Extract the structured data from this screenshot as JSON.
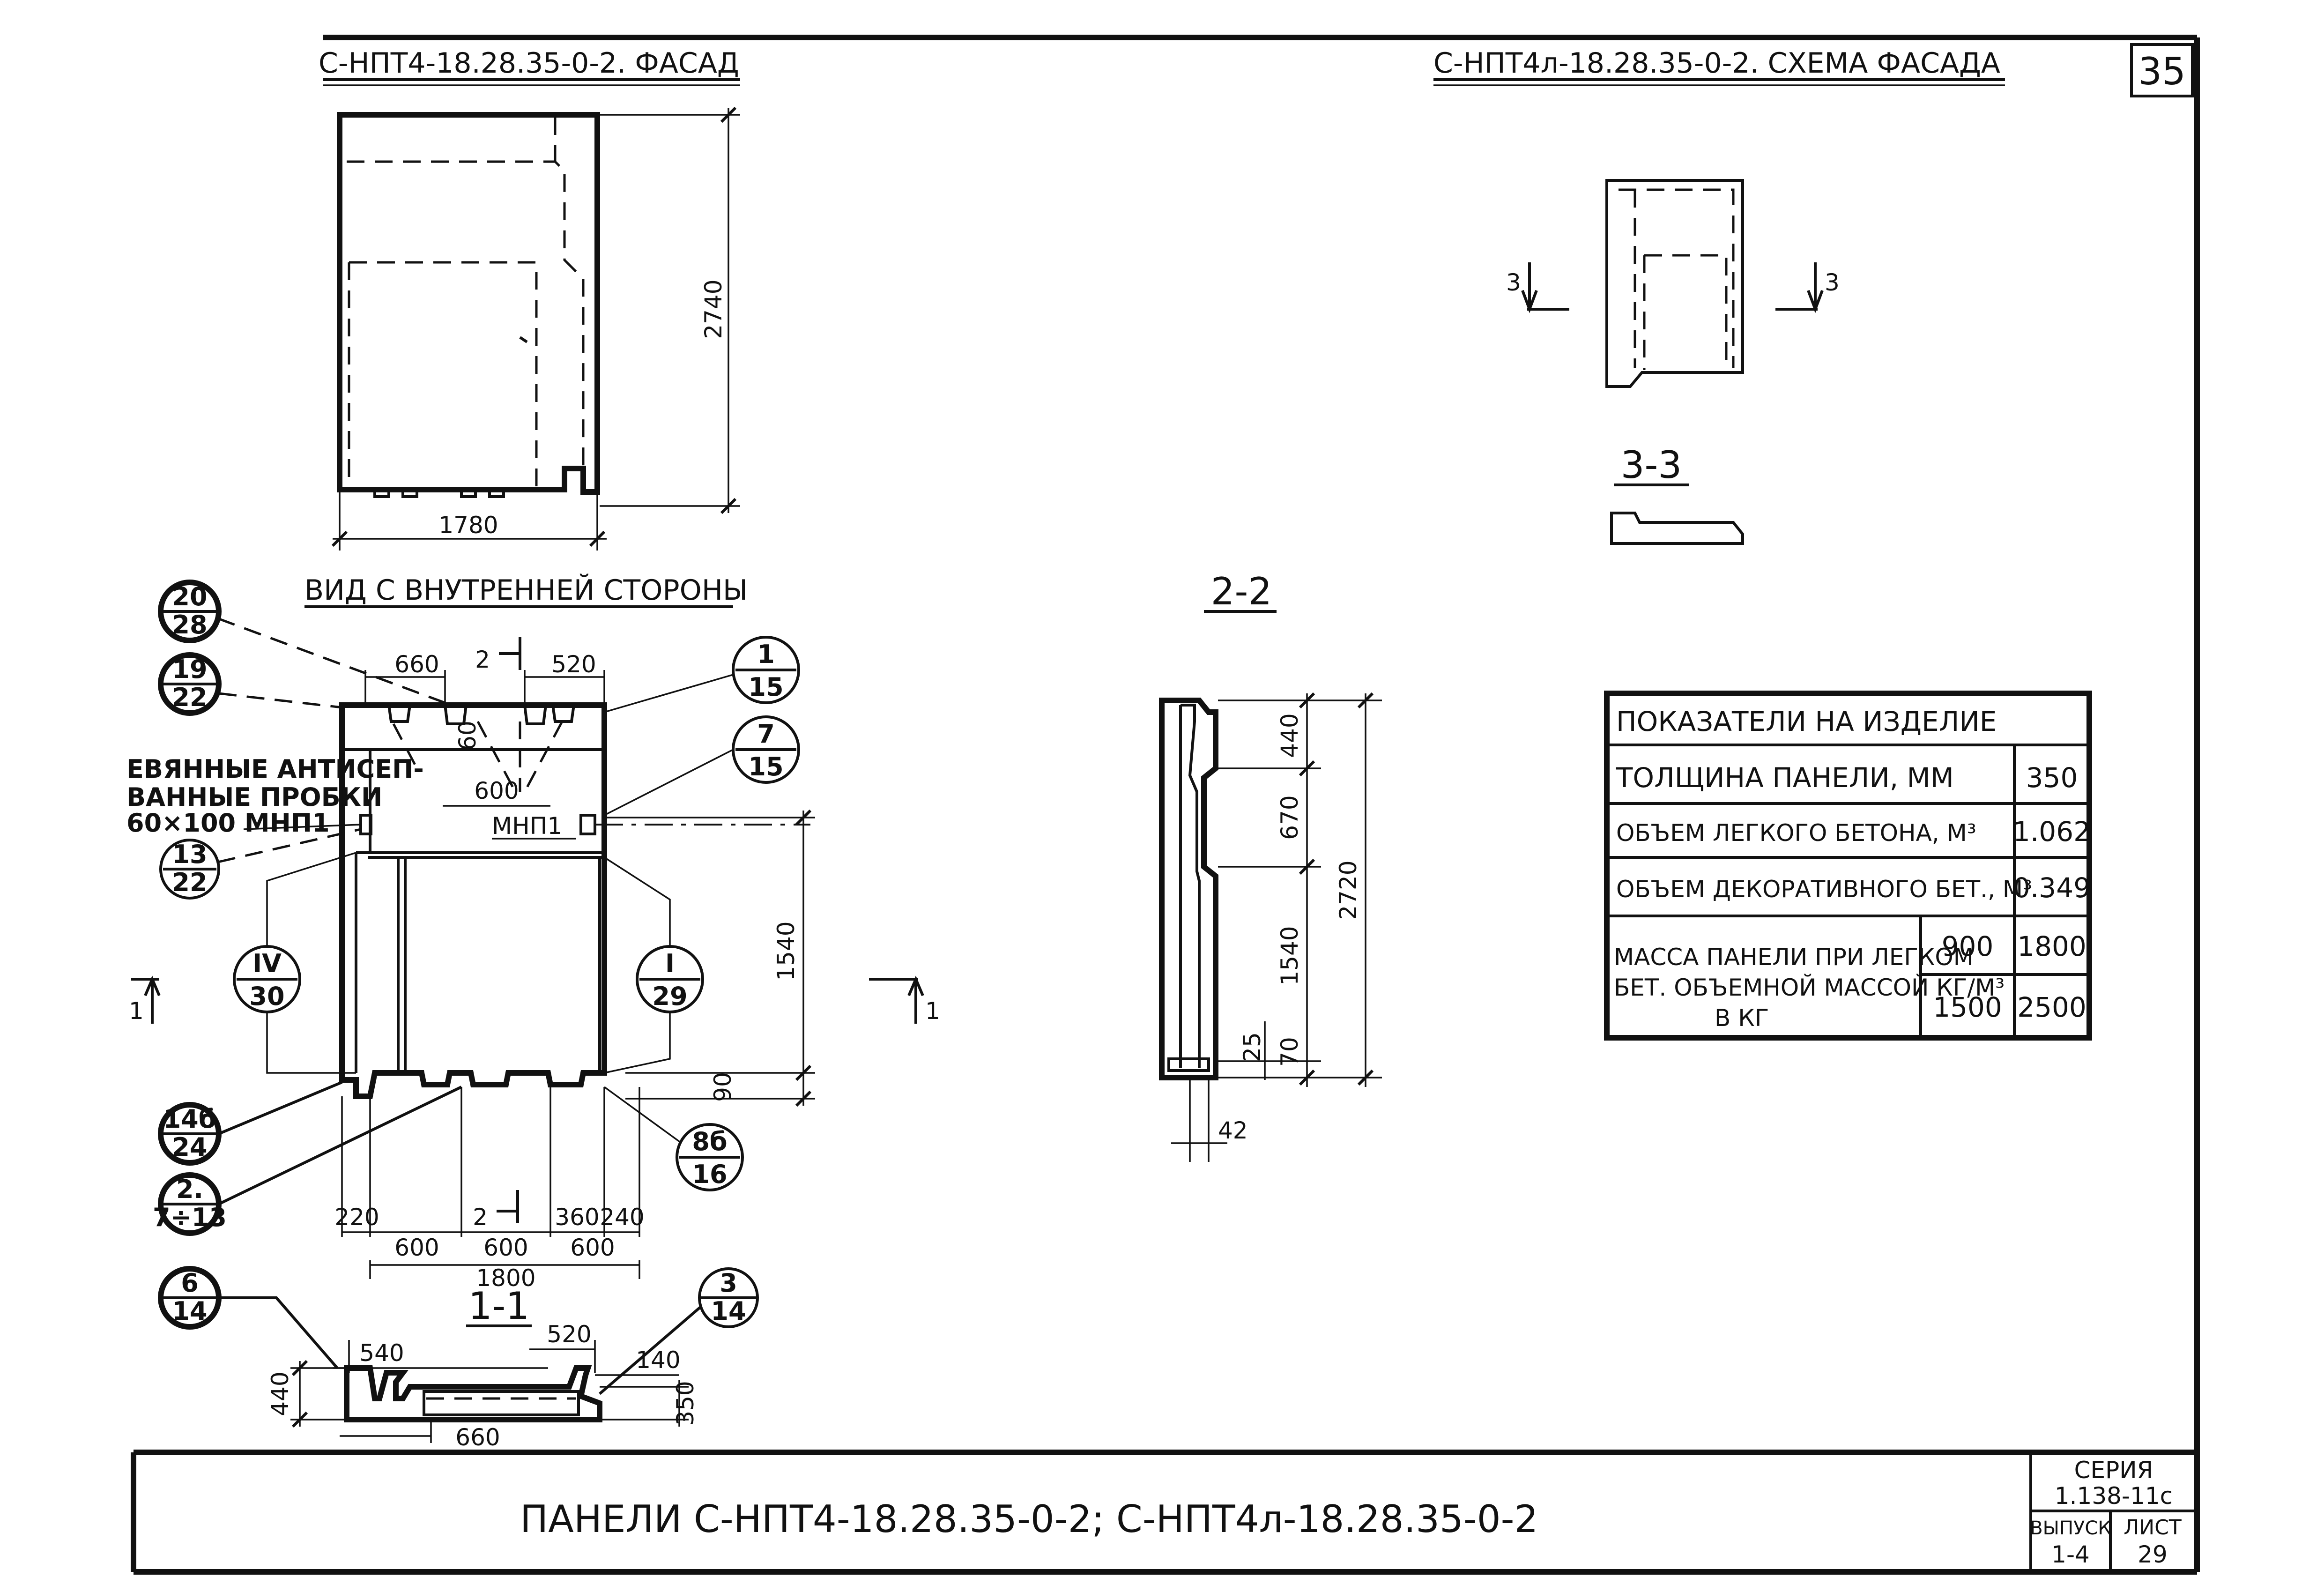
{
  "page_number": "35",
  "facade": {
    "title": "С-НПТ4-18.28.35-0-2. ФАСАД",
    "height": "2740",
    "width": "1780"
  },
  "scheme": {
    "title": "С-НПТ4л-18.28.35-0-2. СХЕМА ФАСАДА",
    "cut_left": "3",
    "cut_right": "3",
    "section_label": "3-3"
  },
  "inner_view": {
    "title": "ВИД С ВНУТРЕННЕЙ СТОРОНЫ",
    "note_lines": [
      "ЕВЯННЫЕ АНТИСЕП-",
      "ВАННЫЕ ПРОБКИ",
      "60×100   МНП1"
    ],
    "mnp_label": "МНП1",
    "dims_top": {
      "d660": "660",
      "d2": "2",
      "d520": "520",
      "d60": "60",
      "d600": "600"
    },
    "dim_right_1540": "1540",
    "dim_right_90": "90",
    "cut_left": "1",
    "cut_right": "1",
    "dims_bottom": {
      "d220": "220",
      "d2": "2",
      "d360": "360",
      "d240": "240",
      "d600a": "600",
      "d600b": "600",
      "d600c": "600",
      "total": "1800"
    },
    "callouts": [
      {
        "top": "20",
        "bottom": "28"
      },
      {
        "top": "19",
        "bottom": "22"
      },
      {
        "top": "13",
        "bottom": "22"
      },
      {
        "top": "IV",
        "bottom": "30"
      },
      {
        "top": "14б",
        "bottom": "24"
      },
      {
        "top": "2.",
        "bottom": "7÷13"
      },
      {
        "top": "1",
        "bottom": "15"
      },
      {
        "top": "7",
        "bottom": "15"
      },
      {
        "top": "I",
        "bottom": "29"
      },
      {
        "top": "8б",
        "bottom": "16"
      }
    ]
  },
  "section_1_1": {
    "title": "1-1",
    "d540": "540",
    "d520": "520",
    "d140": "140",
    "d440": "440",
    "d350": "350",
    "d660": "660",
    "callouts": [
      {
        "top": "6",
        "bottom": "14"
      },
      {
        "top": "3",
        "bottom": "14"
      }
    ]
  },
  "section_2_2": {
    "title": "2-2",
    "dims": [
      "440",
      "670",
      "1540",
      "25",
      "70"
    ],
    "total": "2720",
    "d42": "42"
  },
  "indicators": {
    "title": "ПОКАЗАТЕЛИ НА ИЗДЕЛИЕ",
    "rows": [
      {
        "label": "ТОЛЩИНА ПАНЕЛИ,  ММ",
        "value": "350"
      },
      {
        "label": "ОБЪЕМ ЛЕГКОГО БЕТОНА, М³",
        "value": "1.062"
      },
      {
        "label": "ОБЪЕМ ДЕКОРАТИВНОГО БЕТ., М³",
        "value": "0.349"
      }
    ],
    "mass_label": [
      "МАССА ПАНЕЛИ ПРИ ЛЕГКОМ",
      "БЕТ. ОБЪЕМНОЙ МАССОЙ КГ/М³",
      "В КГ"
    ],
    "mass_rows": [
      {
        "density": "900",
        "mass": "1800"
      },
      {
        "density": "1500",
        "mass": "2500"
      }
    ]
  },
  "title_block": {
    "title": "ПАНЕЛИ  С-НПТ4-18.28.35-0-2;  С-НПТ4л-18.28.35-0-2",
    "series_label": "СЕРИЯ",
    "series_value": "1.138-11с",
    "issue_label": "ВЫПУСК",
    "issue_value": "1-4",
    "sheet_label": "ЛИСТ",
    "sheet_value": "29"
  }
}
